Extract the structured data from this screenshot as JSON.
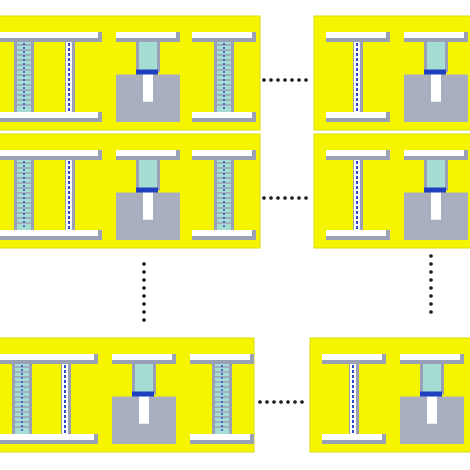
{
  "figure": {
    "background": "#ffffff",
    "panel_fill": "#f5f500",
    "panel_stroke": "#dede00",
    "dot_color": "#1c1c1c",
    "flange_face": "#ffffff",
    "flange_shadow": "#9aa1b6",
    "blue_line": "#2a4bd0",
    "cyan_fill": "#a6ddd2",
    "gray_block": "#a9afbe",
    "dark_blue": "#1f3fbf"
  },
  "rows": [
    {
      "left_panel": [
        "cell-coil",
        "cell-straight",
        "cell-gated",
        "cell-coil"
      ],
      "right_panel": [
        "cell-straight",
        "cell-gated"
      ]
    },
    {
      "left_panel": [
        "cell-coil",
        "cell-straight",
        "cell-gated",
        "cell-coil"
      ],
      "right_panel": [
        "cell-straight",
        "cell-gated"
      ]
    },
    {
      "left_panel": [
        "cell-coil",
        "cell-straight",
        "cell-gated",
        "cell-coil"
      ],
      "right_panel": [
        "cell-straight",
        "cell-gated"
      ]
    }
  ],
  "symbols": {
    "cell-straight": "straight-channel-icon",
    "cell-coil": "coil-channel-icon",
    "cell-gated": "gated-channel-icon"
  }
}
